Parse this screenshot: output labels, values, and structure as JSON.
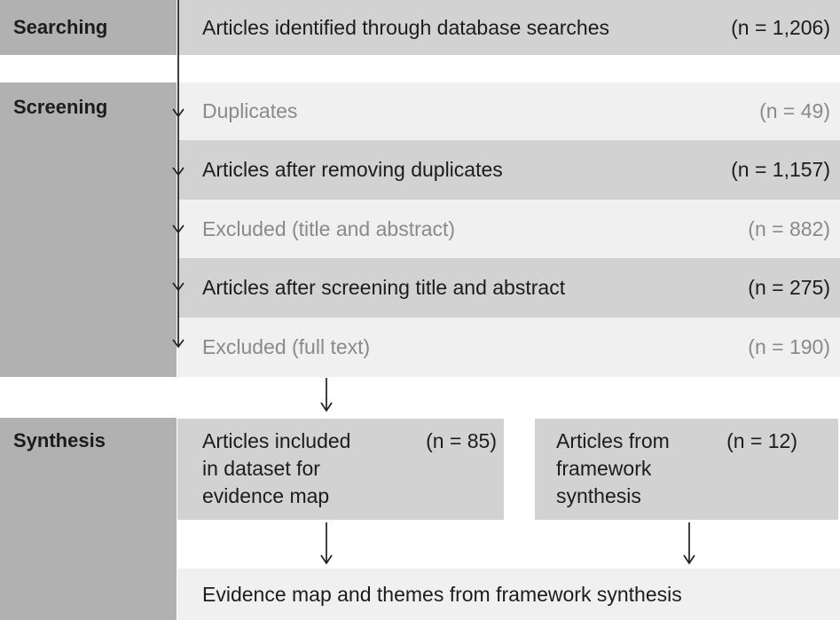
{
  "palette": {
    "sidebar_bg": "#b1b1b1",
    "row_medium_bg": "#d2d2d2",
    "row_light_bg": "#f0f0f0",
    "ink": "#1c1c1c",
    "muted": "#8a8a8a",
    "arrow": "#1f1f1f"
  },
  "searching": {
    "label": "Searching",
    "row": {
      "text": "Articles identified through database searches",
      "n": "(n = 1,206)"
    }
  },
  "screening": {
    "label": "Screening",
    "rows": [
      {
        "text": "Duplicates",
        "n": "(n = 49)"
      },
      {
        "text": "Articles after removing duplicates",
        "n": "(n = 1,157)"
      },
      {
        "text": "Excluded (title and abstract)",
        "n": "(n = 882)"
      },
      {
        "text": "Articles after screening title and abstract",
        "n": "(n = 275)"
      },
      {
        "text": "Excluded (full text)",
        "n": "(n = 190)"
      }
    ]
  },
  "synthesis": {
    "label": "Synthesis",
    "left_box": {
      "lines": [
        "Articles included",
        "in dataset for",
        "evidence map"
      ],
      "n": "(n = 85)"
    },
    "right_box": {
      "lines": [
        "Articles from",
        "framework",
        "synthesis"
      ],
      "n": "(n = 12)"
    },
    "result": "Evidence map and themes from framework synthesis"
  }
}
